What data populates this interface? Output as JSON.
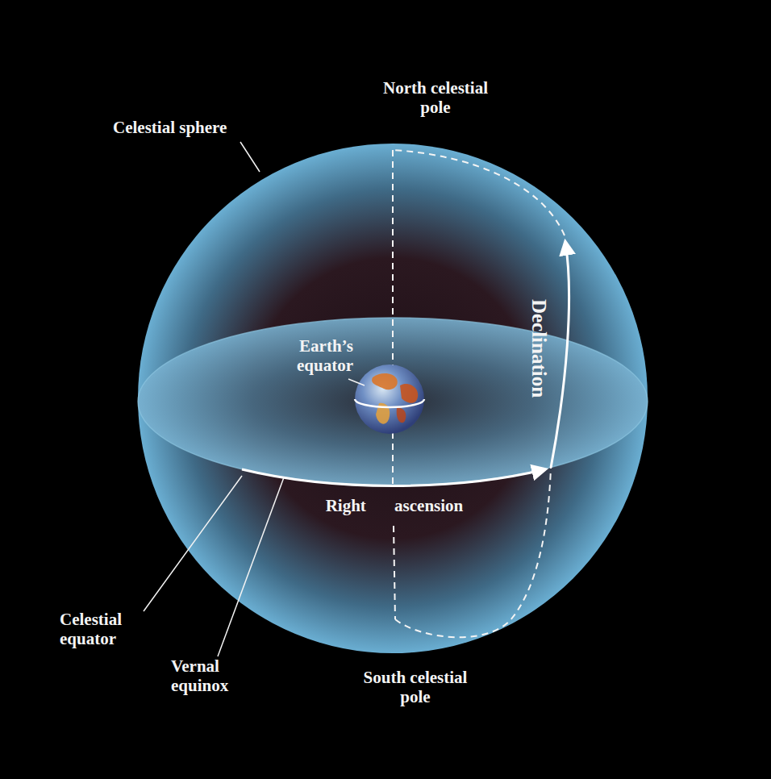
{
  "diagram": {
    "labels": [
      "Celestial sphere",
      "North celestial pole",
      "Earth’s equator",
      "Declination",
      "Right ascension",
      "Celestial equator",
      "Vernal equinox",
      "South celestial pole"
    ]
  }
}
